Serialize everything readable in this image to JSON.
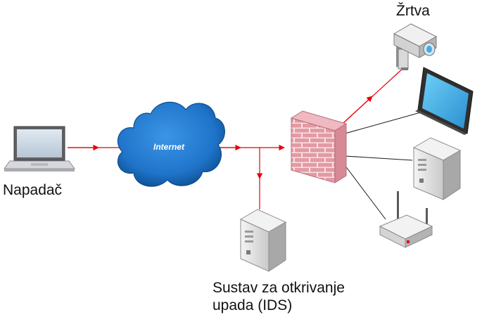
{
  "nodes": {
    "attacker": {
      "label": "Napadač",
      "icon": "laptop-icon"
    },
    "internet": {
      "label": "Internet",
      "icon": "cloud-icon"
    },
    "firewall": {
      "icon": "firewall-brick-wall-icon"
    },
    "victim": {
      "label": "Žrtva",
      "icon": "security-camera-icon"
    },
    "monitor": {
      "icon": "monitor-icon"
    },
    "server": {
      "icon": "server-tower-icon"
    },
    "router": {
      "icon": "wireless-router-icon"
    },
    "ids": {
      "label_line1": "Sustav za otkrivanje",
      "label_line2": "upada (IDS)",
      "icon": "server-tower-icon"
    }
  },
  "colors": {
    "attack_path": "#e8000b",
    "link": "#1a1a1a",
    "cloud": "#1f74c9",
    "cloud_dark": "#0d4d8f",
    "brick": "#e39aa4",
    "brick_mortar": "#f7e2e5",
    "device_light": "#e8e8e8",
    "device_dark": "#8c8c8c",
    "screen": "#3fb0e8"
  }
}
